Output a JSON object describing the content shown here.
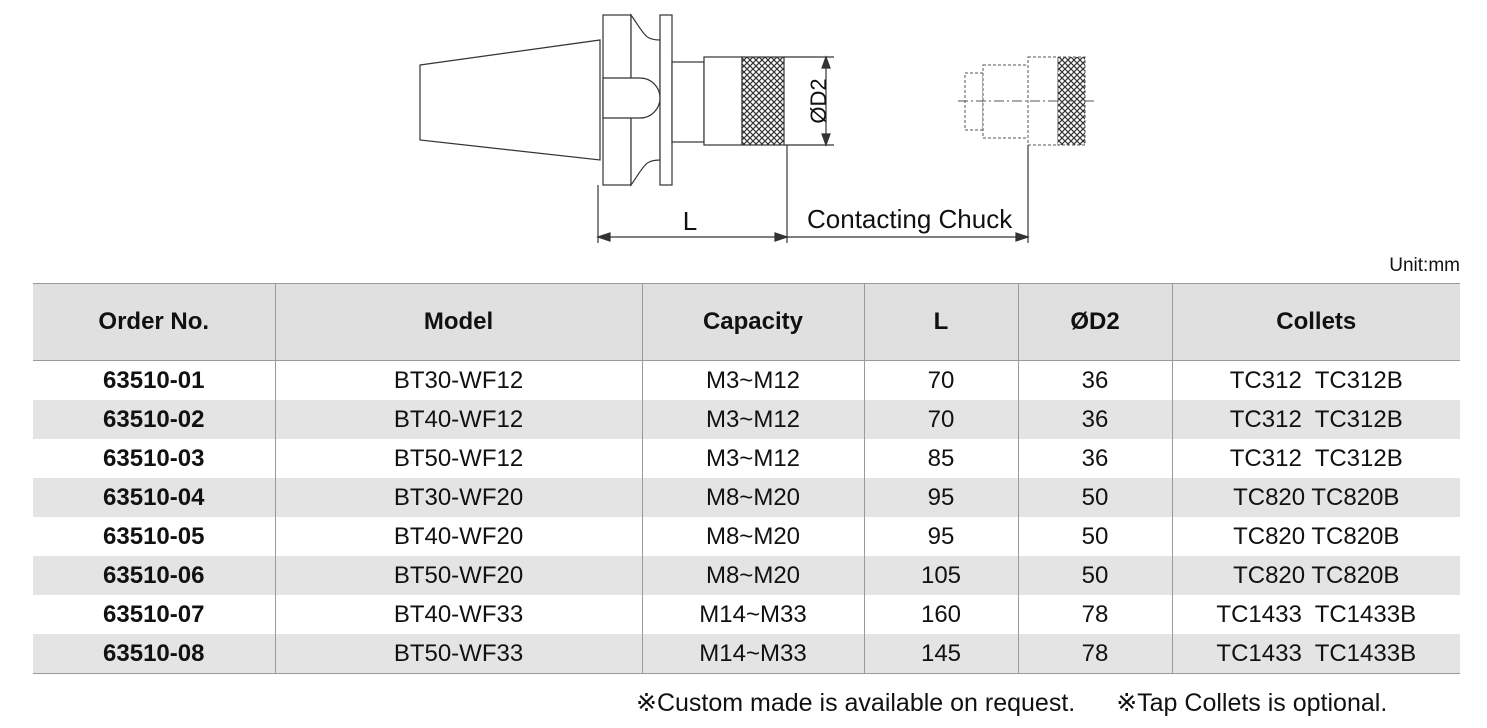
{
  "drawing": {
    "dim_d2": "ØD2",
    "dim_l": "L",
    "contacting_label": "Contacting Chuck"
  },
  "unit": "Unit:mm",
  "table": {
    "headers": [
      "Order No.",
      "Model",
      "Capacity",
      "L",
      "ØD2",
      "Collets"
    ],
    "rows": [
      [
        "63510-01",
        "BT30-WF12",
        "M3~M12",
        "70",
        "36",
        "TC312  TC312B"
      ],
      [
        "63510-02",
        "BT40-WF12",
        "M3~M12",
        "70",
        "36",
        "TC312  TC312B"
      ],
      [
        "63510-03",
        "BT50-WF12",
        "M3~M12",
        "85",
        "36",
        "TC312  TC312B"
      ],
      [
        "63510-04",
        "BT30-WF20",
        "M8~M20",
        "95",
        "50",
        "TC820 TC820B"
      ],
      [
        "63510-05",
        "BT40-WF20",
        "M8~M20",
        "95",
        "50",
        "TC820 TC820B"
      ],
      [
        "63510-06",
        "BT50-WF20",
        "M8~M20",
        "105",
        "50",
        "TC820 TC820B"
      ],
      [
        "63510-07",
        "BT40-WF33",
        "M14~M33",
        "160",
        "78",
        "TC1433  TC1433B"
      ],
      [
        "63510-08",
        "BT50-WF33",
        "M14~M33",
        "145",
        "78",
        "TC1433  TC1433B"
      ]
    ]
  },
  "notes": {
    "custom": "※Custom made is available on request.",
    "tap": "※Tap Collets is optional."
  }
}
